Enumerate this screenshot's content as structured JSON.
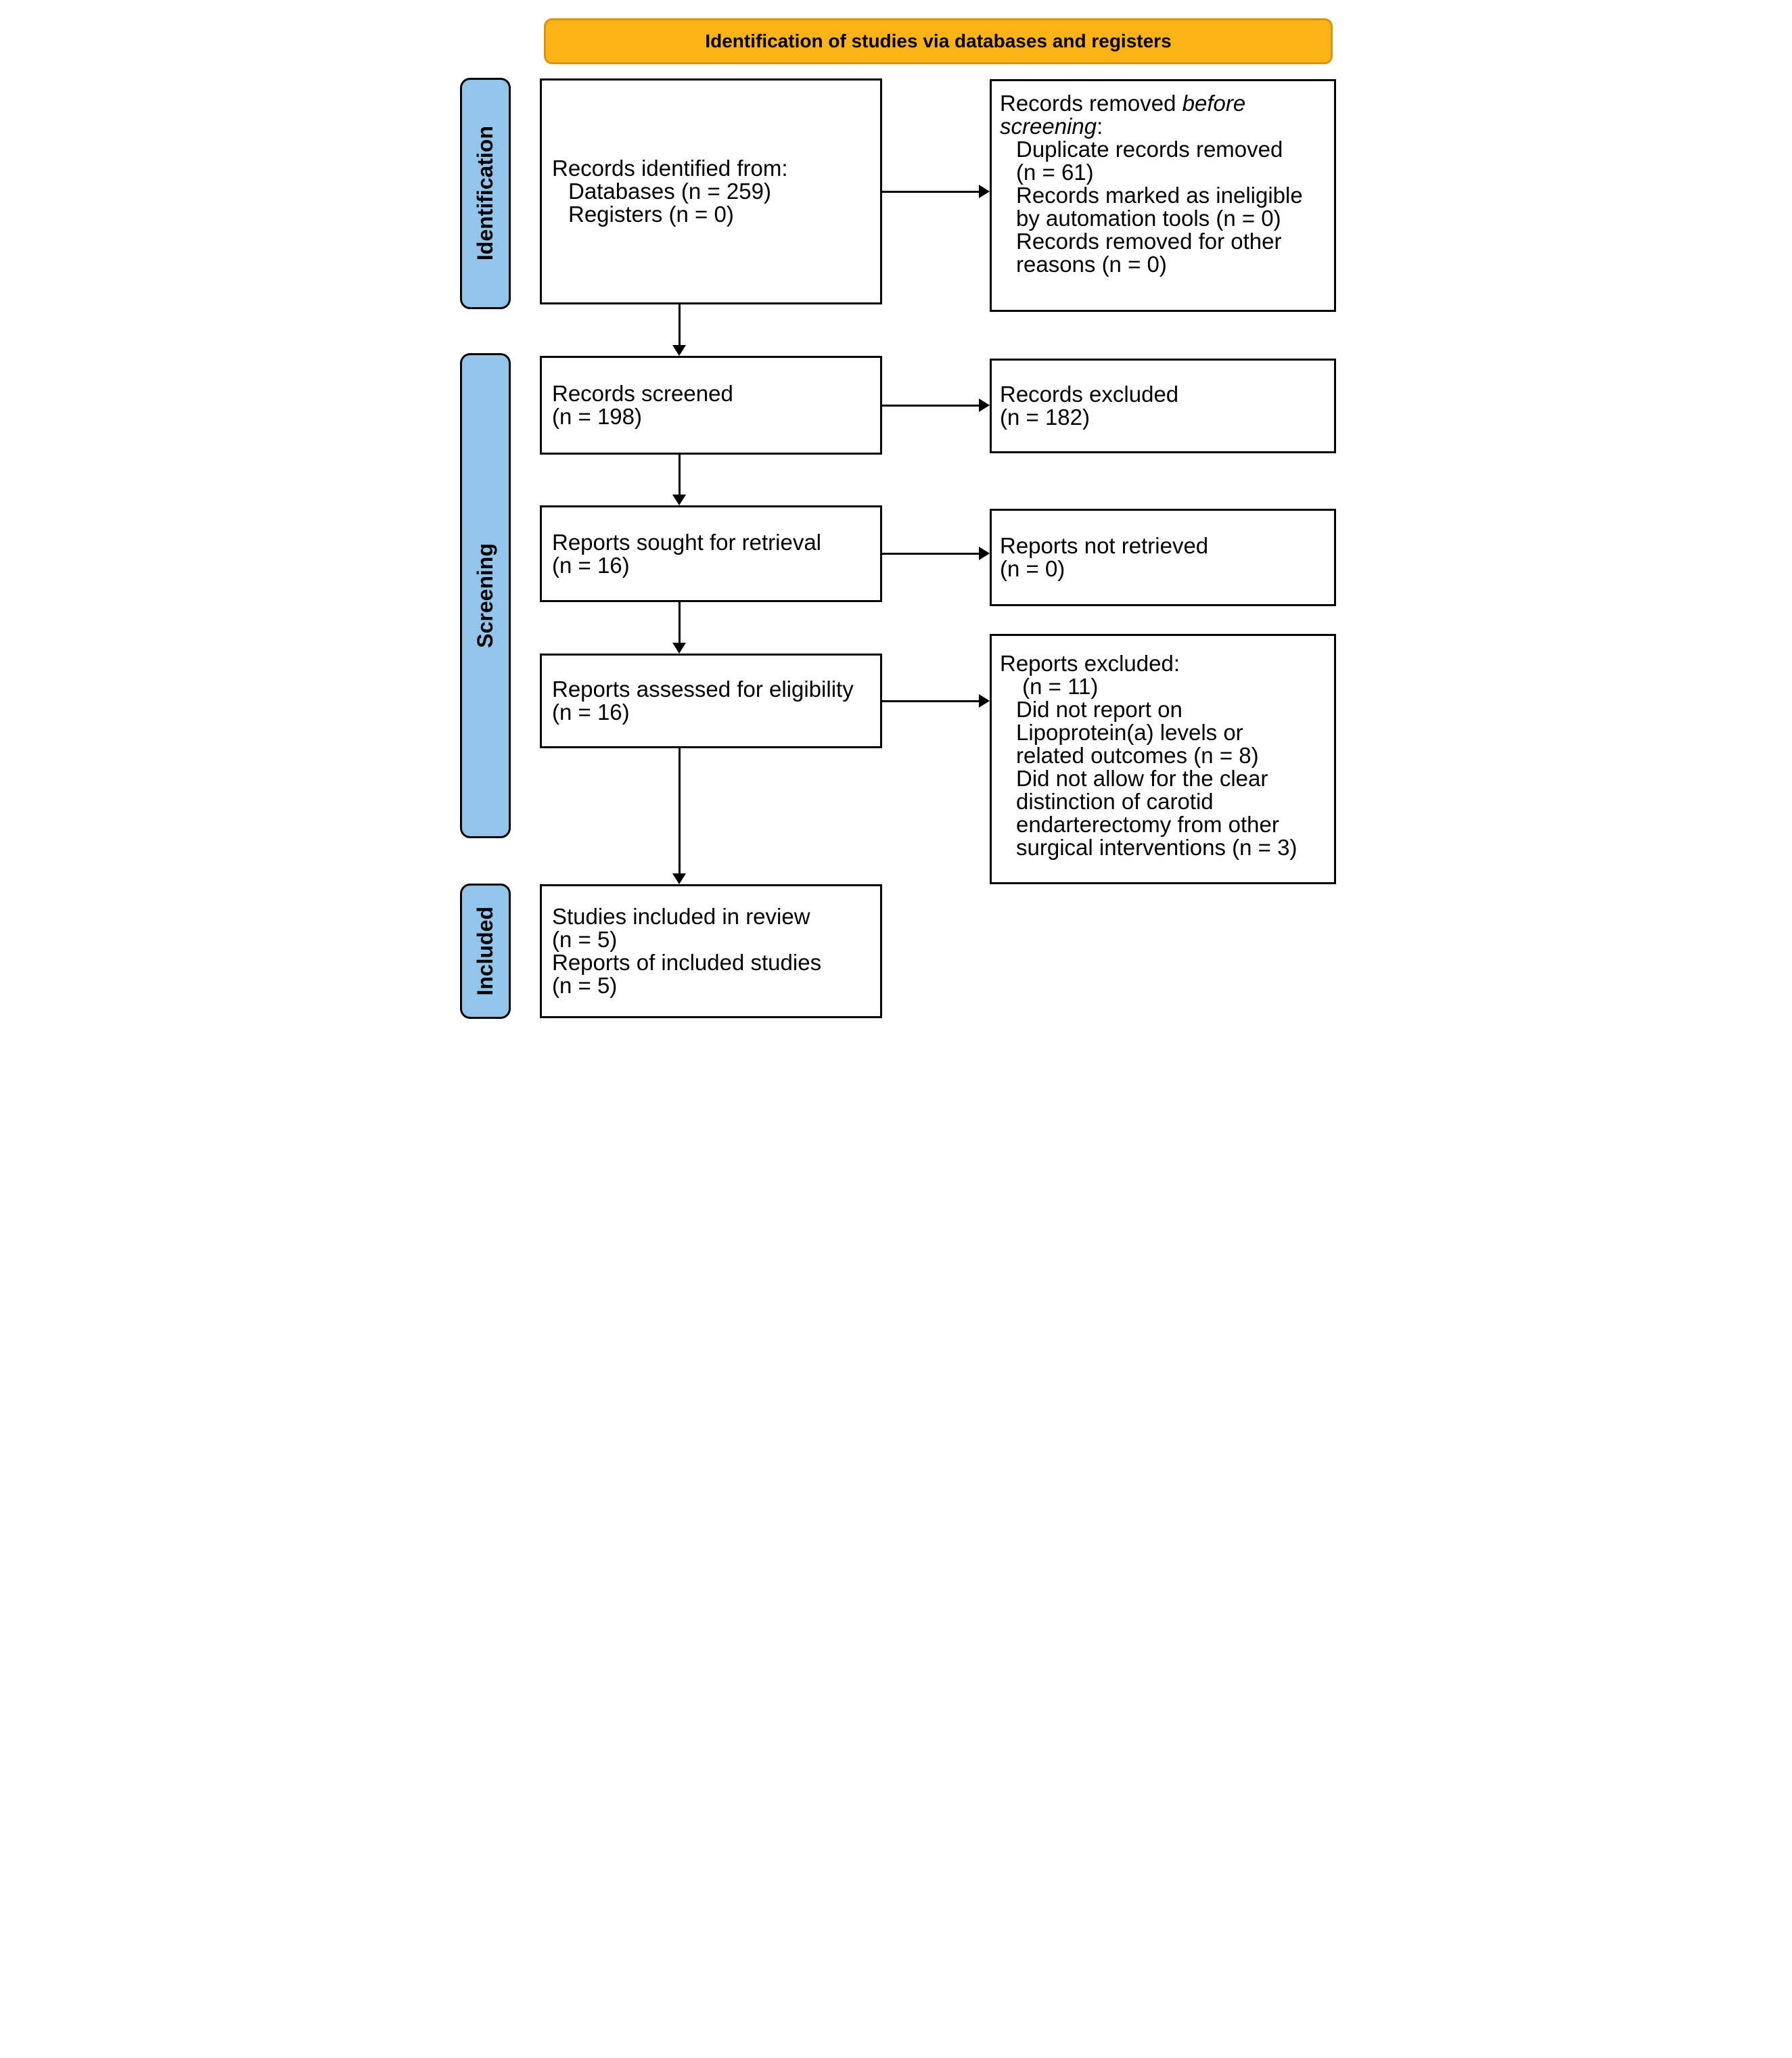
{
  "banner": {
    "title": "Identification of studies via databases and registers"
  },
  "stages": {
    "identification": "Identification",
    "screening": "Screening",
    "included": "Included"
  },
  "boxes": {
    "records_identified": {
      "title": "Records identified from:",
      "items": [
        "Databases (n = 259)",
        "Registers (n = 0)"
      ]
    },
    "records_removed": {
      "title_prefix": "Records removed ",
      "title_italic": "before screening",
      "title_suffix": ":",
      "items": [
        "Duplicate records removed (n = 61)",
        "Records marked as ineligible by automation tools (n = 0)",
        "Records removed for other reasons (n = 0)"
      ]
    },
    "records_screened": {
      "lines": [
        "Records screened",
        "(n = 198)"
      ]
    },
    "records_excluded": {
      "lines": [
        "Records excluded",
        "(n = 182)"
      ]
    },
    "reports_sought": {
      "lines": [
        "Reports sought for retrieval",
        "(n = 16)"
      ]
    },
    "reports_not_retrieved": {
      "lines": [
        "Reports not retrieved",
        "(n = 0)"
      ]
    },
    "reports_assessed": {
      "lines": [
        "Reports assessed for eligibility",
        "(n = 16)"
      ]
    },
    "reports_excluded": {
      "title": "Reports excluded:",
      "items": [
        " (n = 11)",
        "Did not report on Lipoprotein(a) levels or related outcomes (n = 8)",
        "Did not allow for the clear distinction of carotid endarterectomy from other surgical interventions (n = 3)"
      ]
    },
    "studies_included": {
      "lines": [
        "Studies included in review",
        "(n = 5)",
        "Reports of included studies",
        "(n = 5)"
      ]
    }
  },
  "colors": {
    "banner_fill": "#FCB316",
    "banner_border": "#DD940B",
    "stage_fill": "#92C5E9",
    "box_border": "#000000",
    "background": "#FFFFFF"
  }
}
